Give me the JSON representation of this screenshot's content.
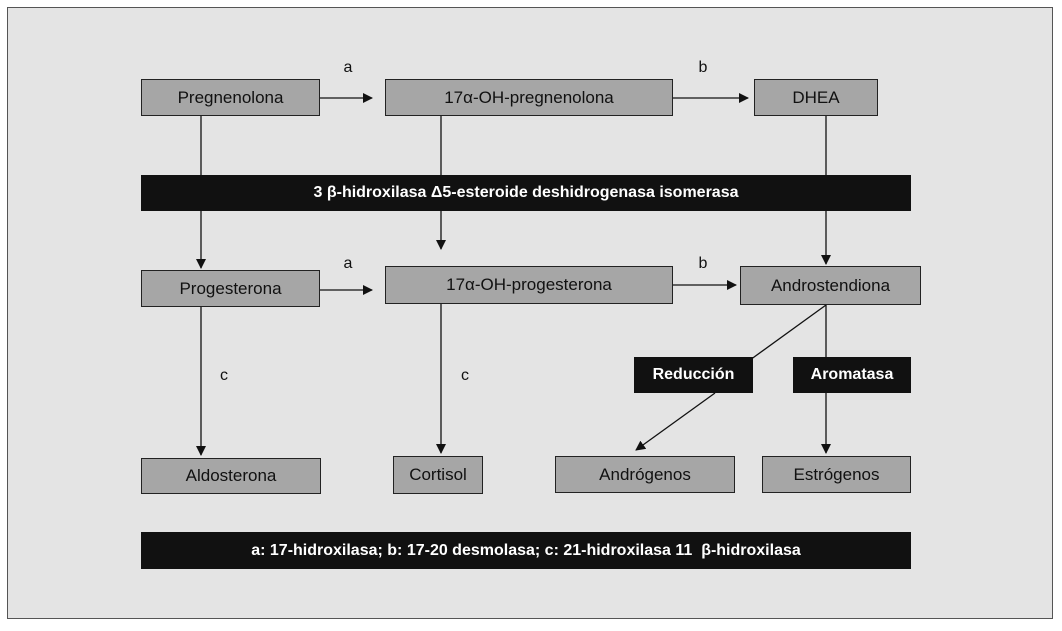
{
  "nodes": {
    "pregnenolona": "Pregnenolona",
    "oh_pregnenolona": "17α-OH-pregnenolona",
    "dhea": "DHEA",
    "progesterona": "Progesterona",
    "oh_progesterona": "17α-OH-progesterona",
    "androstendiona": "Androstendiona",
    "aldosterona": "Aldosterona",
    "cortisol": "Cortisol",
    "androgenos": "Andrógenos",
    "estrogenos": "Estrógenos"
  },
  "enzymes": {
    "isomerasa": "3 β-hidroxilasa Δ5-esteroide deshidrogenasa isomerasa",
    "reduccion": "Reducción",
    "aromatasa": "Aromatasa"
  },
  "edge_labels": {
    "a": "a",
    "b": "b",
    "c": "c"
  },
  "legend": "a: 17-hidroxilasa; b: 17-20 desmolasa; c: 21-hidroxilasa 11  β-hidroxilasa",
  "colors": {
    "background": "#e4e4e4",
    "box_fill": "#a6a6a6",
    "band_fill": "#111111"
  }
}
